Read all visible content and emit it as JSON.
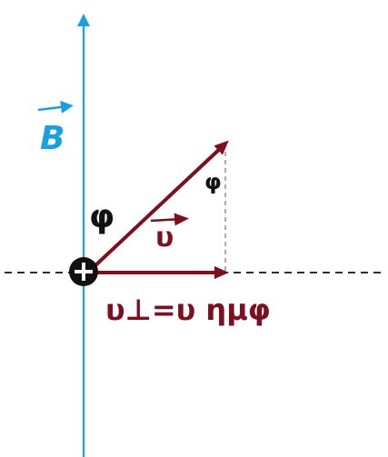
{
  "colors": {
    "field": "#1aa0e0",
    "velocity": "#7a1020",
    "axis": "#111111",
    "charge_fill": "#111111",
    "charge_sign": "#ffffff"
  },
  "labels": {
    "field_symbol": "B",
    "velocity_symbol": "υ",
    "angle_main": "φ",
    "angle_small": "φ",
    "perpendicular_formula": "υ⊥=υ ημφ"
  },
  "icons": {
    "charge": "plus-sign-circle"
  }
}
